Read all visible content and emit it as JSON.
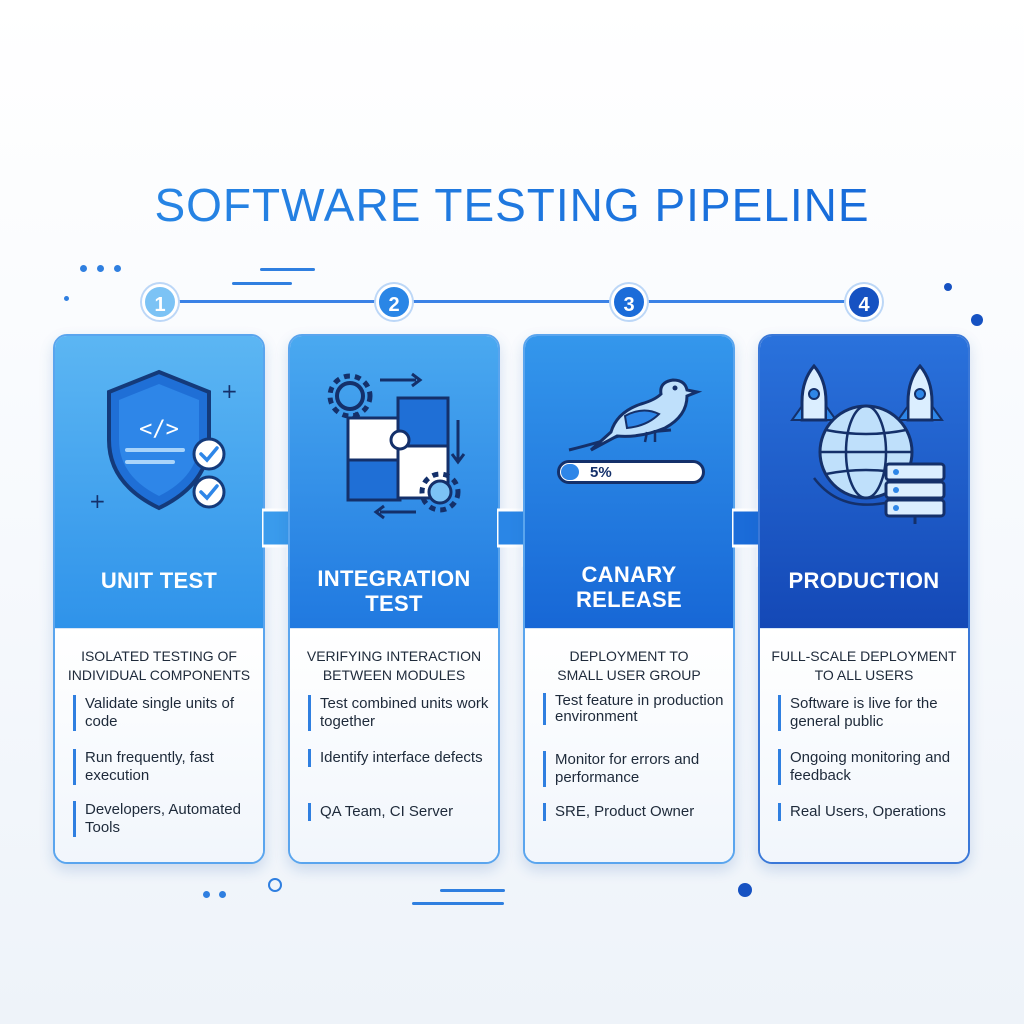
{
  "title": "SOFTWARE TESTING PIPELINE",
  "colors": {
    "title": "#1c6fe0",
    "accent": "#2f7fe0",
    "stage1": "#3aa0ee",
    "stage2": "#2a86e6",
    "stage3": "#1b6cd9",
    "stage4": "#1652c2"
  },
  "stages": [
    {
      "number": "1",
      "title_line1": "UNIT TEST",
      "title_line2": "",
      "subtitle_line1": "ISOLATED TESTING OF",
      "subtitle_line2": "INDIVIDUAL COMPONENTS",
      "icon": "shield-code-icon",
      "bullets": [
        "Validate single units of code",
        "Run frequently, fast execution",
        "Developers, Automated Tools"
      ]
    },
    {
      "number": "2",
      "title_line1": "INTEGRATION",
      "title_line2": "TEST",
      "subtitle_line1": "VERIFYING INTERACTION",
      "subtitle_line2": "BETWEEN MODULES",
      "icon": "puzzle-gears-icon",
      "bullets": [
        "Test combined units work together",
        "Identify interface defects",
        "QA Team, CI Server"
      ]
    },
    {
      "number": "3",
      "title_line1": "CANARY",
      "title_line2": "RELEASE",
      "subtitle_line1": "DEPLOYMENT TO",
      "subtitle_line2": "SMALL USER GROUP",
      "icon": "canary-bird-icon",
      "progress_label": "5%",
      "progress_value": 5,
      "bullets": [
        "Test feature in production environment",
        "Monitor for errors and performance",
        "SRE, Product Owner"
      ]
    },
    {
      "number": "4",
      "title_line1": "PRODUCTION",
      "title_line2": "",
      "subtitle_line1": "FULL-SCALE DEPLOYMENT",
      "subtitle_line2": "TO ALL USERS",
      "icon": "globe-rockets-server-icon",
      "bullets": [
        "Software is live for the general public",
        "Ongoing monitoring and feedback",
        "Real Users, Operations"
      ]
    }
  ]
}
